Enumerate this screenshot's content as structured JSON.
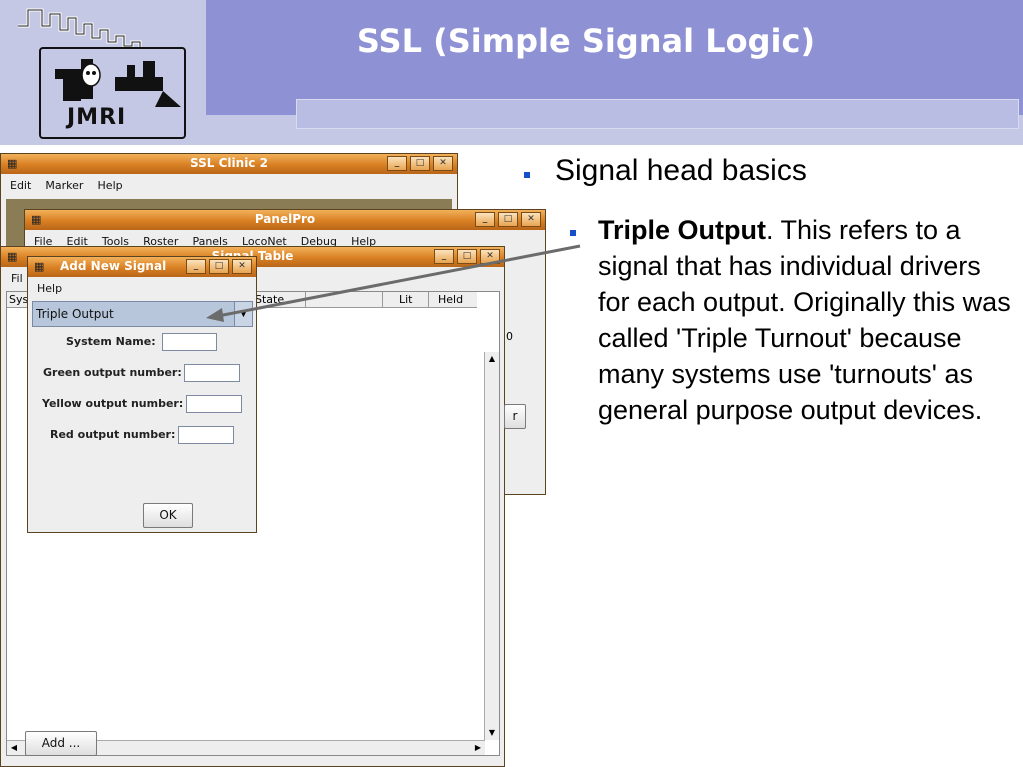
{
  "slide": {
    "title": "SSL (Simple Signal Logic)",
    "logo": "JMRI",
    "bullet_heading": "Signal head basics",
    "sub_bullet_bold": "Triple Output",
    "sub_bullet_text": ". This refers to a signal that has individual drivers for each output. Originally this was called 'Triple Turnout' because many systems use 'turnouts' as general purpose output devices."
  },
  "clinic_window": {
    "title": "SSL Clinic 2",
    "menu": [
      "Edit",
      "Marker",
      "Help"
    ]
  },
  "panelpro_window": {
    "title": "PanelPro",
    "menu": [
      "File",
      "Edit",
      "Tools",
      "Roster",
      "Panels",
      "LocoNet",
      "Debug",
      "Help"
    ]
  },
  "signal_table": {
    "title": "Signal Table",
    "menu_first": "Fil",
    "columns": [
      "Sys",
      "State",
      "Lit",
      "Held"
    ],
    "side_text": "0",
    "side_button": "r",
    "add_button": "Add ..."
  },
  "add_signal": {
    "title": "Add New Signal",
    "menu": [
      "Help"
    ],
    "type_selected": "Triple Output",
    "fields": [
      {
        "label": "System Name:",
        "value": ""
      },
      {
        "label": "Green output number:",
        "value": ""
      },
      {
        "label": "Yellow output number:",
        "value": ""
      },
      {
        "label": "Red output number:",
        "value": ""
      }
    ],
    "ok_button": "OK"
  },
  "colors": {
    "title_bar": "#8f91d5",
    "window_titlebar": "#d87f22",
    "bullet": "#1650c8"
  }
}
